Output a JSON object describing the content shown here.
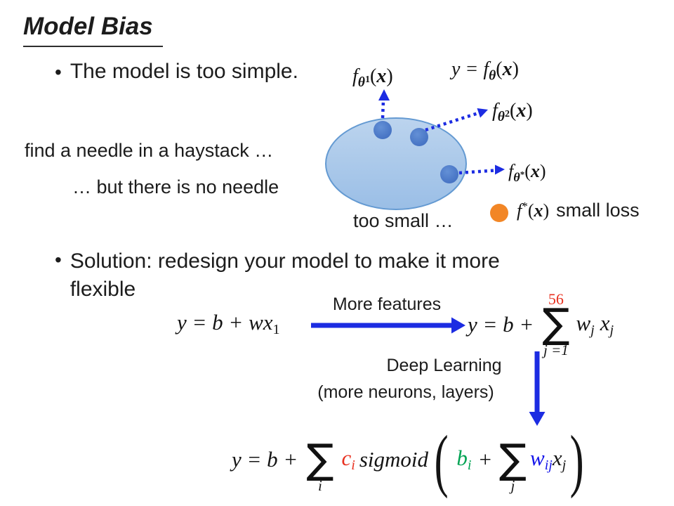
{
  "colors": {
    "arrow_blue": "#1c2ce2",
    "ellipse_fill_top": "#bcd4ee",
    "ellipse_fill_bottom": "#9abee6",
    "ellipse_stroke": "#649ad2",
    "dot_fill_light": "#6390d6",
    "dot_fill": "#3f6cbf",
    "dot_orange": "#f28626",
    "accent_red": "#e8301f",
    "accent_green": "#00a353",
    "accent_blue": "#1414ea",
    "text": "#1c1c1c"
  },
  "slide": {
    "title": "Model Bias",
    "bullet_marker": "•",
    "bullet1": "The model is too simple.",
    "bullet2_line1": "Solution: redesign your model to make it more",
    "bullet2_line2": "flexible",
    "needle_line1": "find a needle in a haystack …",
    "needle_line2": "… but there is no needle",
    "too_small": "too small …",
    "small_loss": "small loss",
    "more_features": "More features",
    "deep_learning": "Deep Learning",
    "deep_learning_sub": "(more neurons, layers)"
  },
  "math": {
    "f": "f",
    "theta": "θ",
    "sup1": "1",
    "sup2": "2",
    "star": "*",
    "x": "x",
    "lparen": "(",
    "rparen": ")",
    "y_eq_f": "y = f",
    "y_eq_b_plus": "y = b +",
    "wx": "wx",
    "sub_1": "1",
    "sigma": "∑",
    "sum_upper": "56",
    "sum_lower": "j =1",
    "w": "w",
    "c": "c",
    "b": "b",
    "plus": "+",
    "sub_i": "i",
    "sub_j": "j",
    "sub_ij": "ij",
    "sigmoid": "sigmoid"
  }
}
